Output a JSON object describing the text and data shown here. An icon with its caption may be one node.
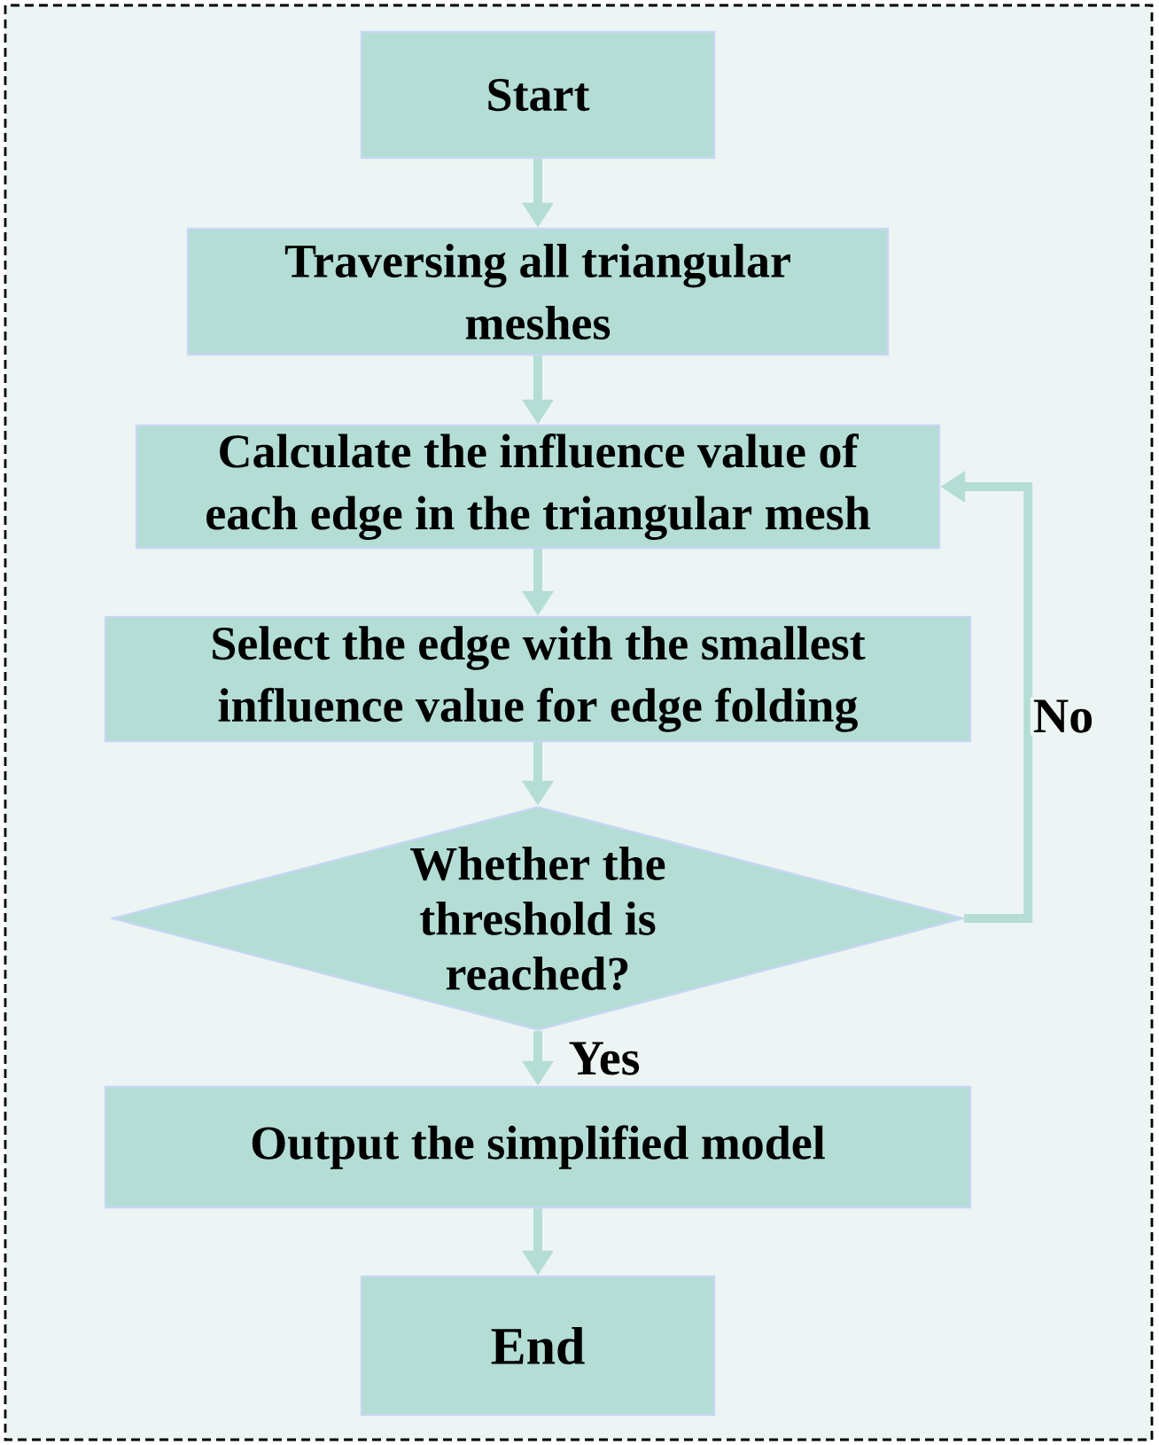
{
  "diagram": {
    "nodes": [
      {
        "text": [
          "Start"
        ]
      },
      {
        "text": [
          "Traversing all triangular meshes"
        ]
      },
      {
        "text": [
          "Calculate the influence value of each edge in the triangular mesh"
        ]
      },
      {
        "text": [
          "Select the edge with the smallest influence value for edge folding"
        ]
      },
      {
        "text": [
          "Whether the threshold is reached?"
        ]
      },
      {
        "text": [
          "Output the simplified model"
        ]
      },
      {
        "text": [
          "End"
        ]
      }
    ],
    "edges": [
      {
        "from": 0,
        "to": 1,
        "arrow": "to"
      },
      {
        "from": 1,
        "to": 2,
        "arrow": "to"
      },
      {
        "from": 2,
        "to": 3,
        "arrow": "to"
      },
      {
        "from": 3,
        "to": 4,
        "arrow": "to"
      },
      {
        "from": 4,
        "to": 5,
        "arrow": "to",
        "label": "Yes"
      },
      {
        "from": 4,
        "to": 2,
        "arrow": "to",
        "label": "No"
      },
      {
        "from": 5,
        "to": 6,
        "arrow": "to"
      }
    ]
  }
}
